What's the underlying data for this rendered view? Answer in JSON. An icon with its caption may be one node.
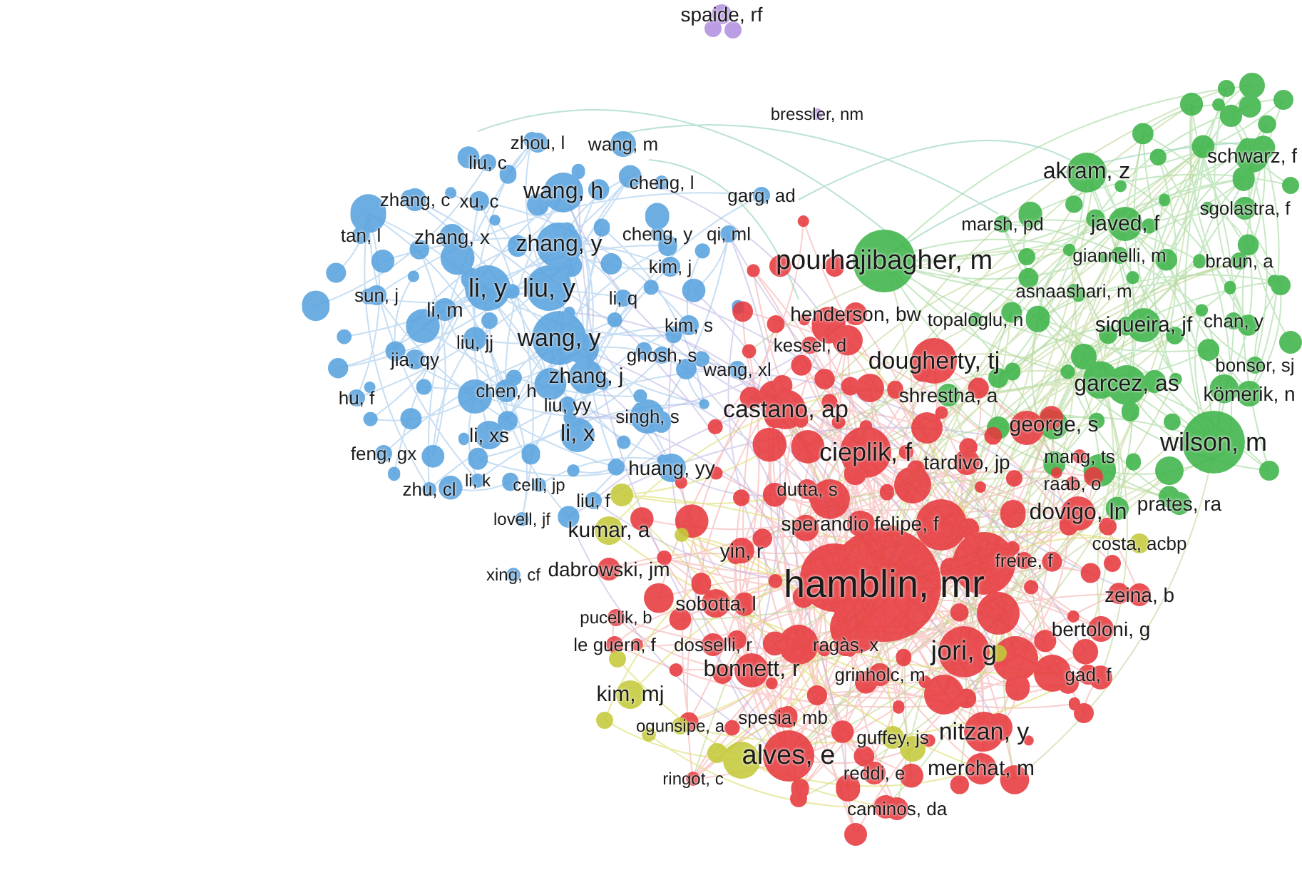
{
  "diagram": {
    "labels": [
      "spaide, rf",
      "bressler, nm",
      "zhou, l",
      "wang, m",
      "schwarz, f",
      "liu, c",
      "akram, z",
      "cheng, l",
      "wang, h",
      "garg, ad",
      "zhang, c",
      "xu, c",
      "sgolastra, f",
      "marsh, pd",
      "javed, f",
      "cheng, y",
      "qi, ml",
      "tan, l",
      "zhang, x",
      "zhang, y",
      "giannelli, m",
      "pourhajibagher, m",
      "braun, a",
      "kim, j",
      "li, y",
      "liu, y",
      "asnaashari, m",
      "sun, j",
      "li, q",
      "li, m",
      "henderson, bw",
      "topaloglu, n",
      "chan, y",
      "kim, s",
      "siqueira, jf",
      "wang, y",
      "liu, jj",
      "kessel, d",
      "ghosh, s",
      "jia, qy",
      "dougherty, tj",
      "bonsor, sj",
      "wang, xl",
      "zhang, j",
      "garcez, as",
      "chen, h",
      "kömerik, n",
      "shrestha, a",
      "hu, f",
      "liu, yy",
      "castano, ap",
      "singh, s",
      "george, s",
      "li, xs",
      "li, x",
      "wilson, m",
      "cieplik, f",
      "feng, gx",
      "mang, ts",
      "tardivo, jp",
      "huang, yy",
      "li, k",
      "raab, o",
      "celli, jp",
      "zhu, cl",
      "dutta, s",
      "liu, f",
      "prates, ra",
      "dovigo, ln",
      "lovell, jf",
      "sperandio felipe, f",
      "kumar, a",
      "costa, acbp",
      "yin, r",
      "freire, f",
      "dabrowski, jm",
      "xing, cf",
      "hamblin, mr",
      "zeina, b",
      "sobotta, l",
      "pucelik, b",
      "bertoloni, g",
      "le guern, f",
      "dosselli, r",
      "ragàs, x",
      "jori, g",
      "bonnett, r",
      "grinholc, m",
      "gad, f",
      "kim, mj",
      "spesia, mb",
      "ogunsipe, a",
      "nitzan, y",
      "guffey, js",
      "alves, e",
      "merchat, m",
      "reddi, e",
      "ringot, c",
      "caminos, da"
    ]
  }
}
